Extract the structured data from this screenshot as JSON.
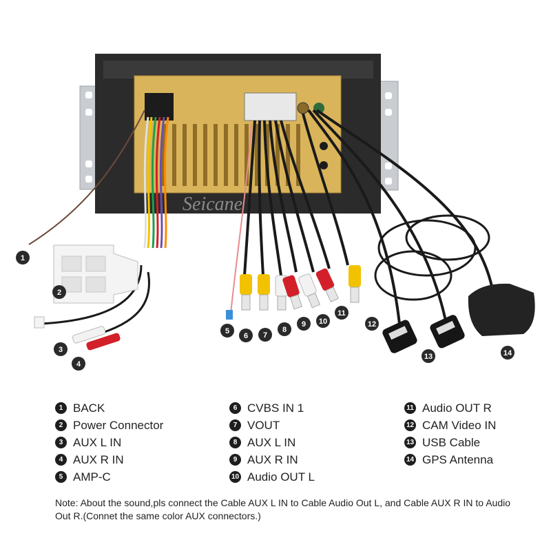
{
  "watermark": "Seicane",
  "callouts": [
    "1",
    "2",
    "3",
    "4",
    "5",
    "6",
    "7",
    "8",
    "9",
    "10",
    "11",
    "12",
    "13",
    "14"
  ],
  "legend": [
    {
      "num": "1",
      "label": "BACK"
    },
    {
      "num": "2",
      "label": "Power Connector"
    },
    {
      "num": "3",
      "label": "AUX L IN"
    },
    {
      "num": "4",
      "label": "AUX R IN"
    },
    {
      "num": "5",
      "label": "AMP-C"
    },
    {
      "num": "6",
      "label": "CVBS IN 1"
    },
    {
      "num": "7",
      "label": "VOUT"
    },
    {
      "num": "8",
      "label": "AUX L IN"
    },
    {
      "num": "9",
      "label": "AUX R IN"
    },
    {
      "num": "10",
      "label": "Audio OUT L"
    },
    {
      "num": "11",
      "label": "Audio OUT R"
    },
    {
      "num": "12",
      "label": "CAM Video IN"
    },
    {
      "num": "13",
      "label": "USB Cable"
    },
    {
      "num": "14",
      "label": "GPS Antenna"
    }
  ],
  "note": "Note: About the sound,pls connect the Cable AUX L IN to Cable Audio Out L, and Cable AUX R IN to Audio Out R.(Connet the same color AUX connectors.)",
  "colors": {
    "chassis": "#d9b45a",
    "frame": "#2b2b2b",
    "bracket": "#c9ccd1",
    "rca_red": "#d21f2a",
    "rca_yellow": "#f2c200",
    "rca_white": "#f2f2f2",
    "cable": "#1a1a1a"
  }
}
